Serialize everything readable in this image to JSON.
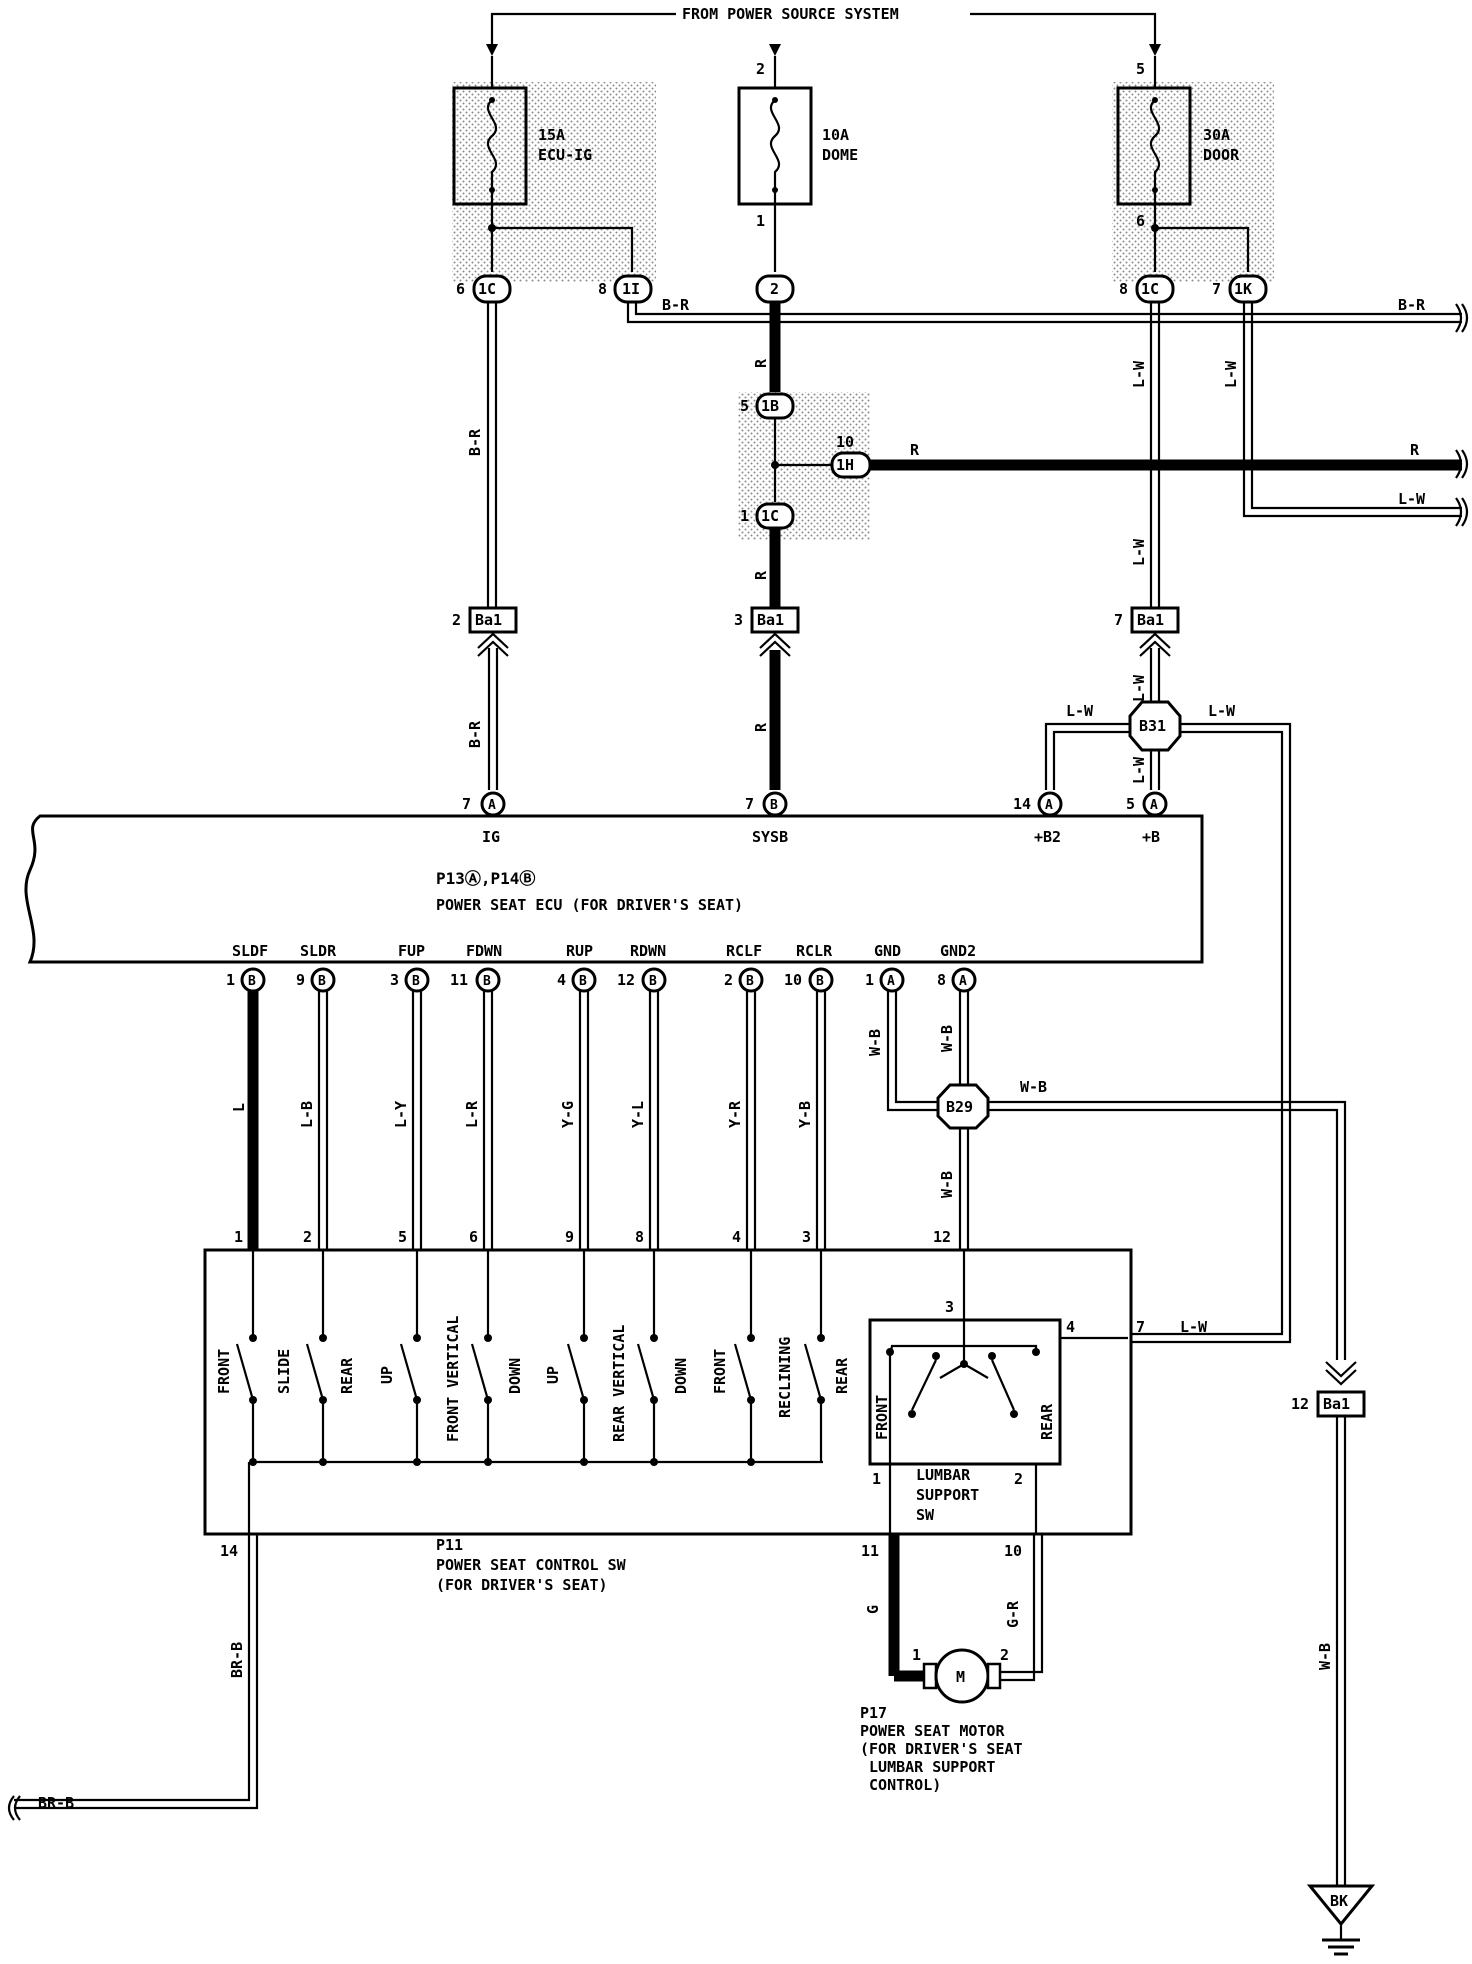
{
  "header": {
    "source": "FROM POWER SOURCE SYSTEM"
  },
  "fuses": [
    {
      "id": "ecu-ig",
      "rating": "15A",
      "name": "ECU-IG",
      "in_pin": "",
      "out_pin": ""
    },
    {
      "id": "dome",
      "rating": "10A",
      "name": "DOME",
      "in_pin": "2",
      "out_pin": "1"
    },
    {
      "id": "door",
      "rating": "30A",
      "name": "DOOR",
      "in_pin": "5",
      "out_pin": "6"
    }
  ],
  "connectors": {
    "c1": {
      "pin": "6",
      "code": "1C"
    },
    "c2": {
      "pin": "8",
      "code": "1I"
    },
    "c3": {
      "pin": "",
      "code": "2"
    },
    "c4": {
      "pin": "8",
      "code": "1C"
    },
    "c5": {
      "pin": "7",
      "code": "1K"
    },
    "c6": {
      "pin": "5",
      "code": "1B"
    },
    "c7": {
      "pin": "10",
      "code": "1H"
    },
    "c8": {
      "pin": "1",
      "code": "1C"
    },
    "ba1": {
      "pin": "2",
      "code": "Ba1"
    },
    "ba2": {
      "pin": "3",
      "code": "Ba1"
    },
    "ba3": {
      "pin": "7",
      "code": "Ba1"
    },
    "ba4": {
      "pin": "12",
      "code": "Ba1"
    }
  },
  "junctions": {
    "b31": "B31",
    "b29": "B29"
  },
  "wire_labels": {
    "br_top": "B-R",
    "br_right": "B-R",
    "br_v1": "B-R",
    "br_v2": "B-R",
    "r_1": "R",
    "r_2": "R",
    "r_3": "R",
    "r_h": "R",
    "r_right": "R",
    "lw_1": "L-W",
    "lw_2": "L-W",
    "lw_3": "L-W",
    "lw_right": "L-W",
    "lw_4": "L-W",
    "lw_5": "L-W",
    "lw_6": "L-W",
    "lw_7": "L-W",
    "lw_8": "L-W",
    "wb_1": "W-B",
    "wb_2": "W-B",
    "wb_3": "W-B",
    "wb_4": "W-B",
    "wb_5": "W-B",
    "l": "L",
    "lb": "L-B",
    "ly": "L-Y",
    "lr": "L-R",
    "yg": "Y-G",
    "yl": "Y-L",
    "yr": "Y-R",
    "yb": "Y-B",
    "brb_1": "BR-B",
    "brb_2": "BR-B",
    "g": "G",
    "gr": "G-R"
  },
  "ecu": {
    "id_line": "P13Ⓐ,P14Ⓑ",
    "title": "POWER SEAT ECU (FOR DRIVER'S SEAT)",
    "top_terminals": [
      {
        "pin": "7",
        "conn": "A",
        "name": "IG"
      },
      {
        "pin": "7",
        "conn": "B",
        "name": "SYSB"
      },
      {
        "pin": "14",
        "conn": "A",
        "name": "+B2"
      },
      {
        "pin": "5",
        "conn": "A",
        "name": "+B"
      }
    ],
    "bottom_terminals": [
      {
        "pin": "1",
        "conn": "B",
        "name": "SLDF"
      },
      {
        "pin": "9",
        "conn": "B",
        "name": "SLDR"
      },
      {
        "pin": "3",
        "conn": "B",
        "name": "FUP"
      },
      {
        "pin": "11",
        "conn": "B",
        "name": "FDWN"
      },
      {
        "pin": "4",
        "conn": "B",
        "name": "RUP"
      },
      {
        "pin": "12",
        "conn": "B",
        "name": "RDWN"
      },
      {
        "pin": "2",
        "conn": "B",
        "name": "RCLF"
      },
      {
        "pin": "10",
        "conn": "B",
        "name": "RCLR"
      },
      {
        "pin": "1",
        "conn": "A",
        "name": "GND"
      },
      {
        "pin": "8",
        "conn": "A",
        "name": "GND2"
      }
    ]
  },
  "switch": {
    "id": "P11",
    "title": "POWER SEAT CONTROL SW",
    "subtitle": "(FOR DRIVER'S SEAT)",
    "pins_top": [
      "1",
      "2",
      "5",
      "6",
      "9",
      "8",
      "4",
      "3",
      "12"
    ],
    "pin_14": "14",
    "labels": {
      "front": "FRONT",
      "slide": "SLIDE",
      "rear": "REAR",
      "up1": "UP",
      "front_vertical": "FRONT VERTICAL",
      "down1": "DOWN",
      "up2": "UP",
      "rear_vertical": "REAR VERTICAL",
      "down2": "DOWN",
      "front2": "FRONT",
      "reclining": "RECLINING",
      "rear2": "REAR"
    }
  },
  "lumbar": {
    "title": [
      "LUMBAR",
      "SUPPORT",
      "SW"
    ],
    "front": "FRONT",
    "rear": "REAR",
    "pin_3": "3",
    "pin_4": "4",
    "pin_1": "1",
    "pin_2": "2",
    "pin_7": "7",
    "pin_11": "11",
    "pin_10": "10"
  },
  "motor": {
    "id": "P17",
    "symbol": "M",
    "pin_1": "1",
    "pin_2": "2",
    "desc": [
      "POWER SEAT MOTOR",
      "(FOR DRIVER'S SEAT",
      " LUMBAR SUPPORT",
      " CONTROL)"
    ]
  },
  "ground": {
    "code": "BK"
  }
}
